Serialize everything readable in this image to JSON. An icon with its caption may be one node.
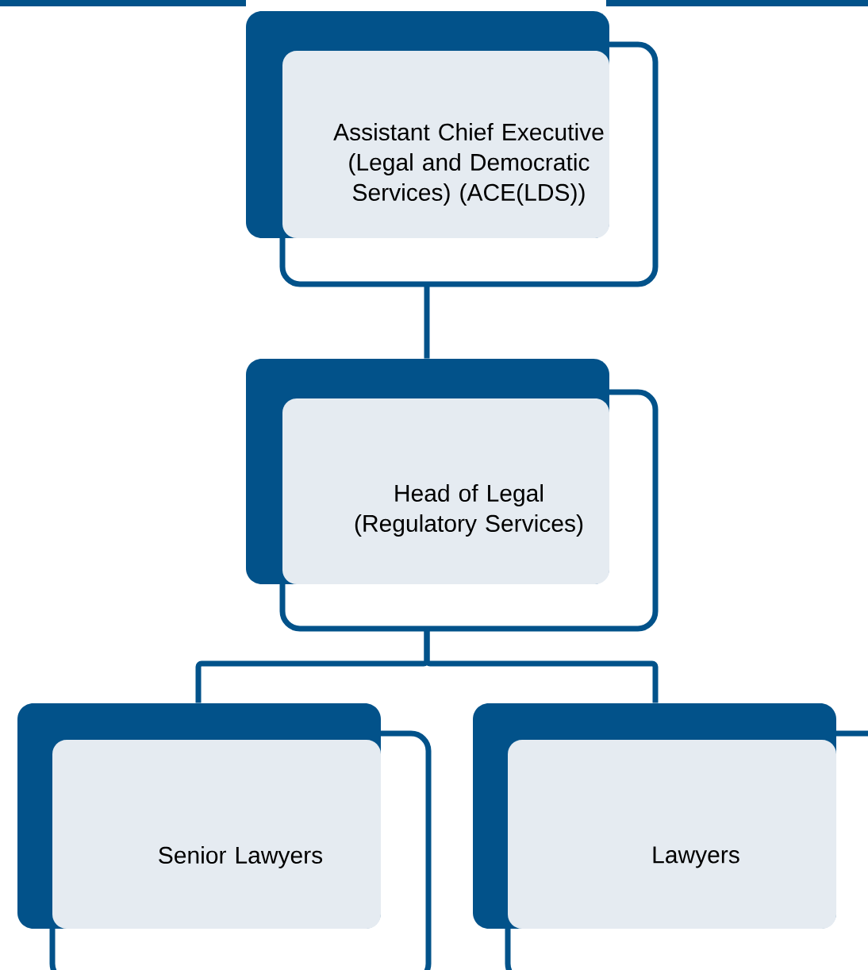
{
  "diagram": {
    "nodes": [
      {
        "text": [
          "Assistant Chief Executive (Legal and Democratic Services) (ACE(LDS))"
        ]
      },
      {
        "text": [
          "Head of Legal (Regulatory Services)"
        ]
      },
      {
        "text": [
          "Senior Lawyers"
        ]
      },
      {
        "text": [
          "Lawyers"
        ]
      }
    ],
    "edges": [
      {
        "from": 0,
        "to": 1,
        "arrow": "none"
      },
      {
        "from": 1,
        "to": 2,
        "arrow": "none"
      },
      {
        "from": 1,
        "to": 3,
        "arrow": "none"
      }
    ]
  }
}
